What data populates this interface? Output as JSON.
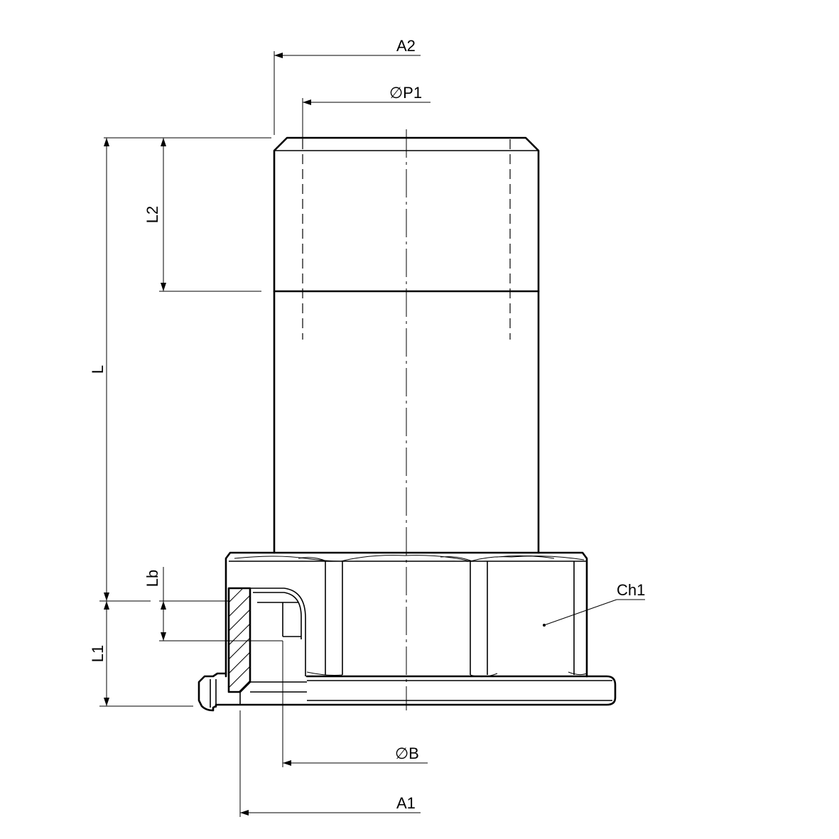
{
  "labels": {
    "a2": "A2",
    "p1": "∅P1",
    "l2": "L2",
    "l": "L",
    "lb": "Lb",
    "l1": "L1",
    "ch1": "Ch1",
    "b": "∅B",
    "a1": "A1"
  }
}
